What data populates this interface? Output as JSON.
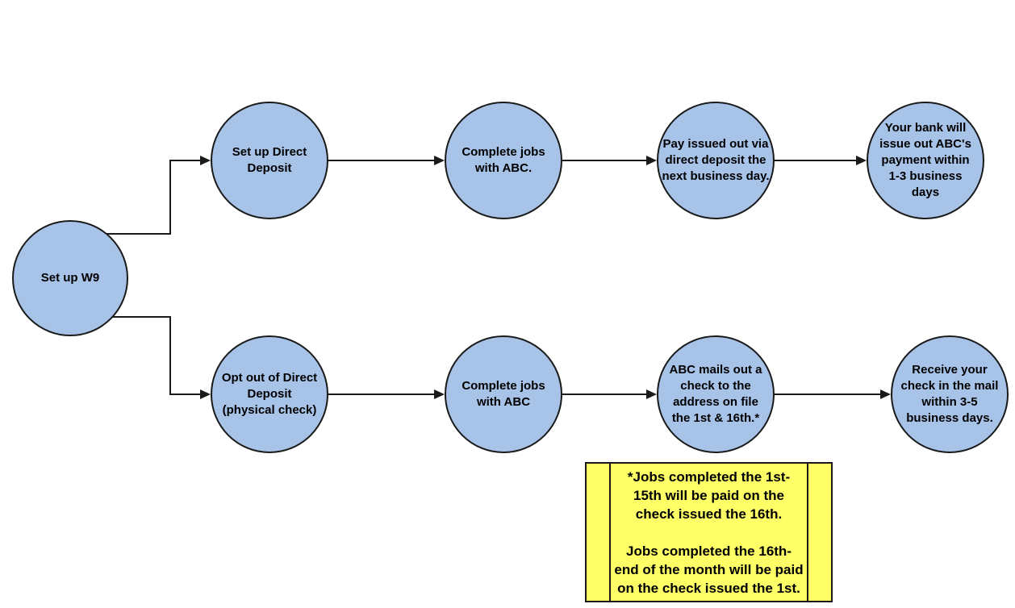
{
  "flowchart": {
    "nodes": [
      {
        "id": "set-up-w9",
        "label": "Set up W9"
      },
      {
        "id": "set-up-direct-deposit",
        "label": "Set up Direct\nDeposit"
      },
      {
        "id": "complete-jobs-abc-dd",
        "label": "Complete jobs\nwith ABC."
      },
      {
        "id": "pay-issued-direct-deposit",
        "label": "Pay issued out via\ndirect deposit the\nnext business day."
      },
      {
        "id": "bank-issues-payment",
        "label": "Your bank will\nissue out ABC's\npayment within\n1-3 business\ndays"
      },
      {
        "id": "opt-out-direct-deposit",
        "label": "Opt out of Direct\nDeposit\n(physical check)"
      },
      {
        "id": "complete-jobs-abc-check",
        "label": "Complete jobs\nwith ABC"
      },
      {
        "id": "abc-mails-check",
        "label": "ABC mails out a\ncheck to the\naddress on file\nthe 1st & 16th.*"
      },
      {
        "id": "receive-check-mail",
        "label": "Receive your\ncheck in the mail\nwithin 3-5\nbusiness days."
      }
    ],
    "note": {
      "text": "*Jobs completed the 1st-\n15th will be paid on the\ncheck issued the 16th.\n\nJobs completed the 16th-\nend of the month will be paid\non the check issued the 1st."
    },
    "colors": {
      "node_fill": "#a7c3e8",
      "node_border": "#1a1a1a",
      "note_fill": "#fefe67",
      "connector": "#1a1a1a",
      "text": "#000000",
      "background": "#ffffff"
    }
  }
}
